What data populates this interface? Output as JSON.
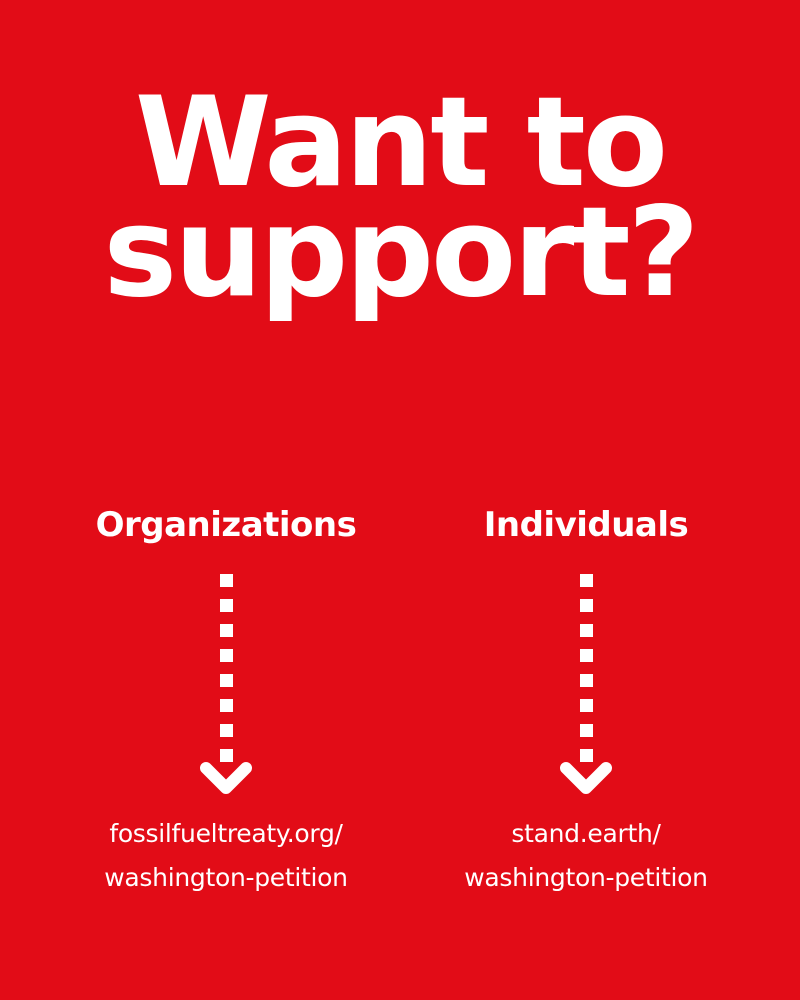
{
  "title": {
    "line1": "Want to",
    "line2": "support?"
  },
  "columns": [
    {
      "heading": "Organizations",
      "arrow_icon": "dotted-down-arrow",
      "link_line1": "fossilfueltreaty.org/",
      "link_line2": "washington-petition"
    },
    {
      "heading": "Individuals",
      "arrow_icon": "dotted-down-arrow",
      "link_line1": "stand.earth/",
      "link_line2": "washington-petition"
    }
  ],
  "colors": {
    "background": "#e20c17",
    "text": "#ffffff"
  }
}
